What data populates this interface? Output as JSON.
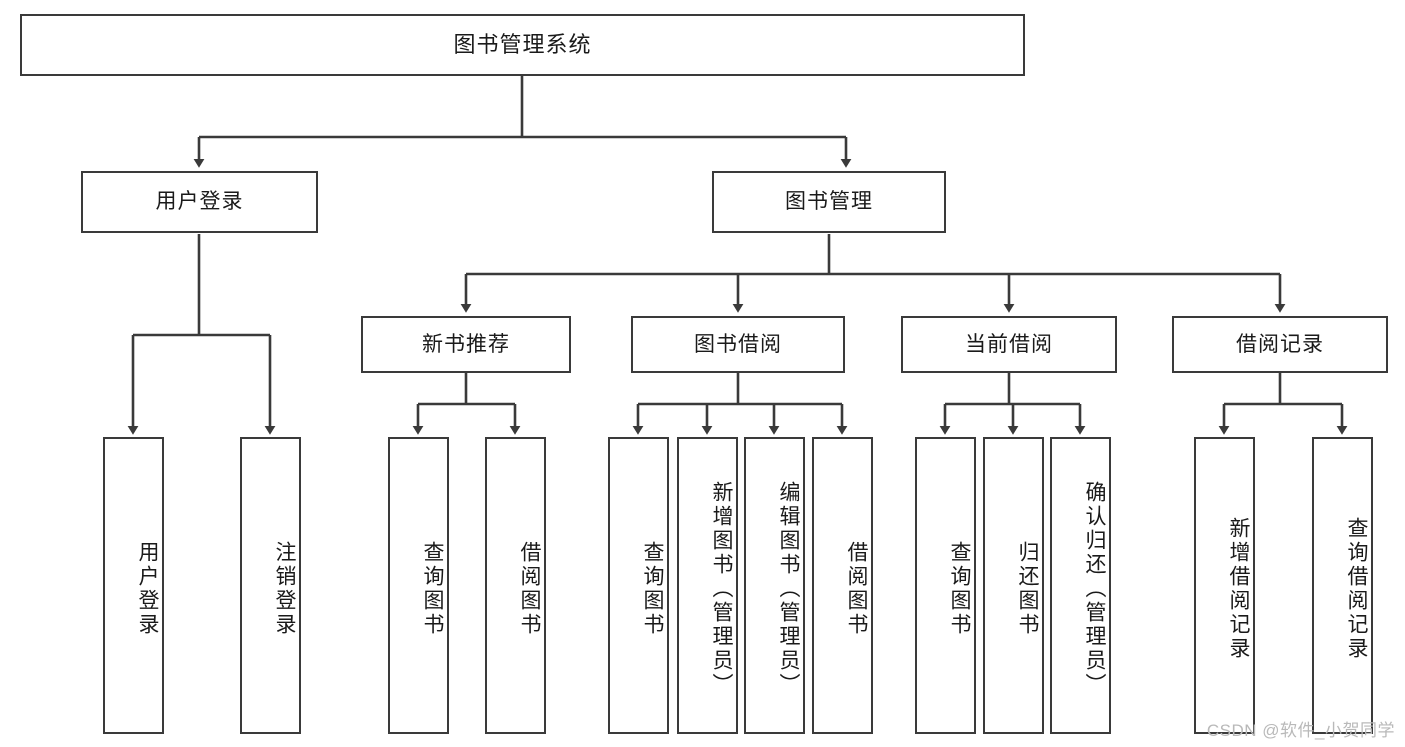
{
  "diagram": {
    "type": "tree-hierarchy",
    "title": "图书管理系统",
    "watermark": "CSDN @软件_小贺同学",
    "style": {
      "box_border": "#3a3a3a",
      "box_fill": "#ffffff",
      "connector": "#3a3a3a",
      "text": "#1a1a1a",
      "background": "#ffffff",
      "watermark_color": "#b9b9b9"
    },
    "levels": {
      "level0": [
        "图书管理系统"
      ],
      "level1": [
        "用户登录",
        "图书管理"
      ],
      "level2": [
        "新书推荐",
        "图书借阅",
        "当前借阅",
        "借阅记录"
      ],
      "level3": [
        "用户登录",
        "注销登录",
        "查询图书",
        "借阅图书",
        "查询图书",
        "新增图书（管理员）",
        "编辑图书（管理员）",
        "借阅图书",
        "查询图书",
        "归还图书",
        "确认归还（管理员）",
        "新增借阅记录",
        "查询借阅记录"
      ]
    },
    "nodes": {
      "root": {
        "label": "图书管理系统"
      },
      "user_login": {
        "label": "用户登录"
      },
      "book_mgmt": {
        "label": "图书管理"
      },
      "new_book_rec": {
        "label": "新书推荐"
      },
      "book_borrow": {
        "label": "图书借阅"
      },
      "current_borrow": {
        "label": "当前借阅"
      },
      "borrow_record": {
        "label": "借阅记录"
      },
      "leaf_user_login": {
        "label": "用户登录"
      },
      "leaf_logout": {
        "label": "注销登录"
      },
      "leaf_query_book_1": {
        "label": "查询图书"
      },
      "leaf_borrow_book_1": {
        "label": "借阅图书"
      },
      "leaf_query_book_2": {
        "label": "查询图书"
      },
      "leaf_add_book_admin": {
        "label": "新增图书（管理员）"
      },
      "leaf_edit_book_admin": {
        "label": "编辑图书（管理员）"
      },
      "leaf_borrow_book_2": {
        "label": "借阅图书"
      },
      "leaf_query_book_3": {
        "label": "查询图书"
      },
      "leaf_return_book": {
        "label": "归还图书"
      },
      "leaf_confirm_return_admin": {
        "label": "确认归还（管理员）"
      },
      "leaf_add_borrow_record": {
        "label": "新增借阅记录"
      },
      "leaf_query_borrow_record": {
        "label": "查询借阅记录"
      }
    },
    "edges": [
      {
        "from": "root",
        "to": "user_login"
      },
      {
        "from": "root",
        "to": "book_mgmt"
      },
      {
        "from": "user_login",
        "to": "leaf_user_login"
      },
      {
        "from": "user_login",
        "to": "leaf_logout"
      },
      {
        "from": "book_mgmt",
        "to": "new_book_rec"
      },
      {
        "from": "book_mgmt",
        "to": "book_borrow"
      },
      {
        "from": "book_mgmt",
        "to": "current_borrow"
      },
      {
        "from": "book_mgmt",
        "to": "borrow_record"
      },
      {
        "from": "new_book_rec",
        "to": "leaf_query_book_1"
      },
      {
        "from": "new_book_rec",
        "to": "leaf_borrow_book_1"
      },
      {
        "from": "book_borrow",
        "to": "leaf_query_book_2"
      },
      {
        "from": "book_borrow",
        "to": "leaf_add_book_admin"
      },
      {
        "from": "book_borrow",
        "to": "leaf_edit_book_admin"
      },
      {
        "from": "book_borrow",
        "to": "leaf_borrow_book_2"
      },
      {
        "from": "current_borrow",
        "to": "leaf_query_book_3"
      },
      {
        "from": "current_borrow",
        "to": "leaf_return_book"
      },
      {
        "from": "current_borrow",
        "to": "leaf_confirm_return_admin"
      },
      {
        "from": "borrow_record",
        "to": "leaf_add_borrow_record"
      },
      {
        "from": "borrow_record",
        "to": "leaf_query_borrow_record"
      }
    ]
  }
}
